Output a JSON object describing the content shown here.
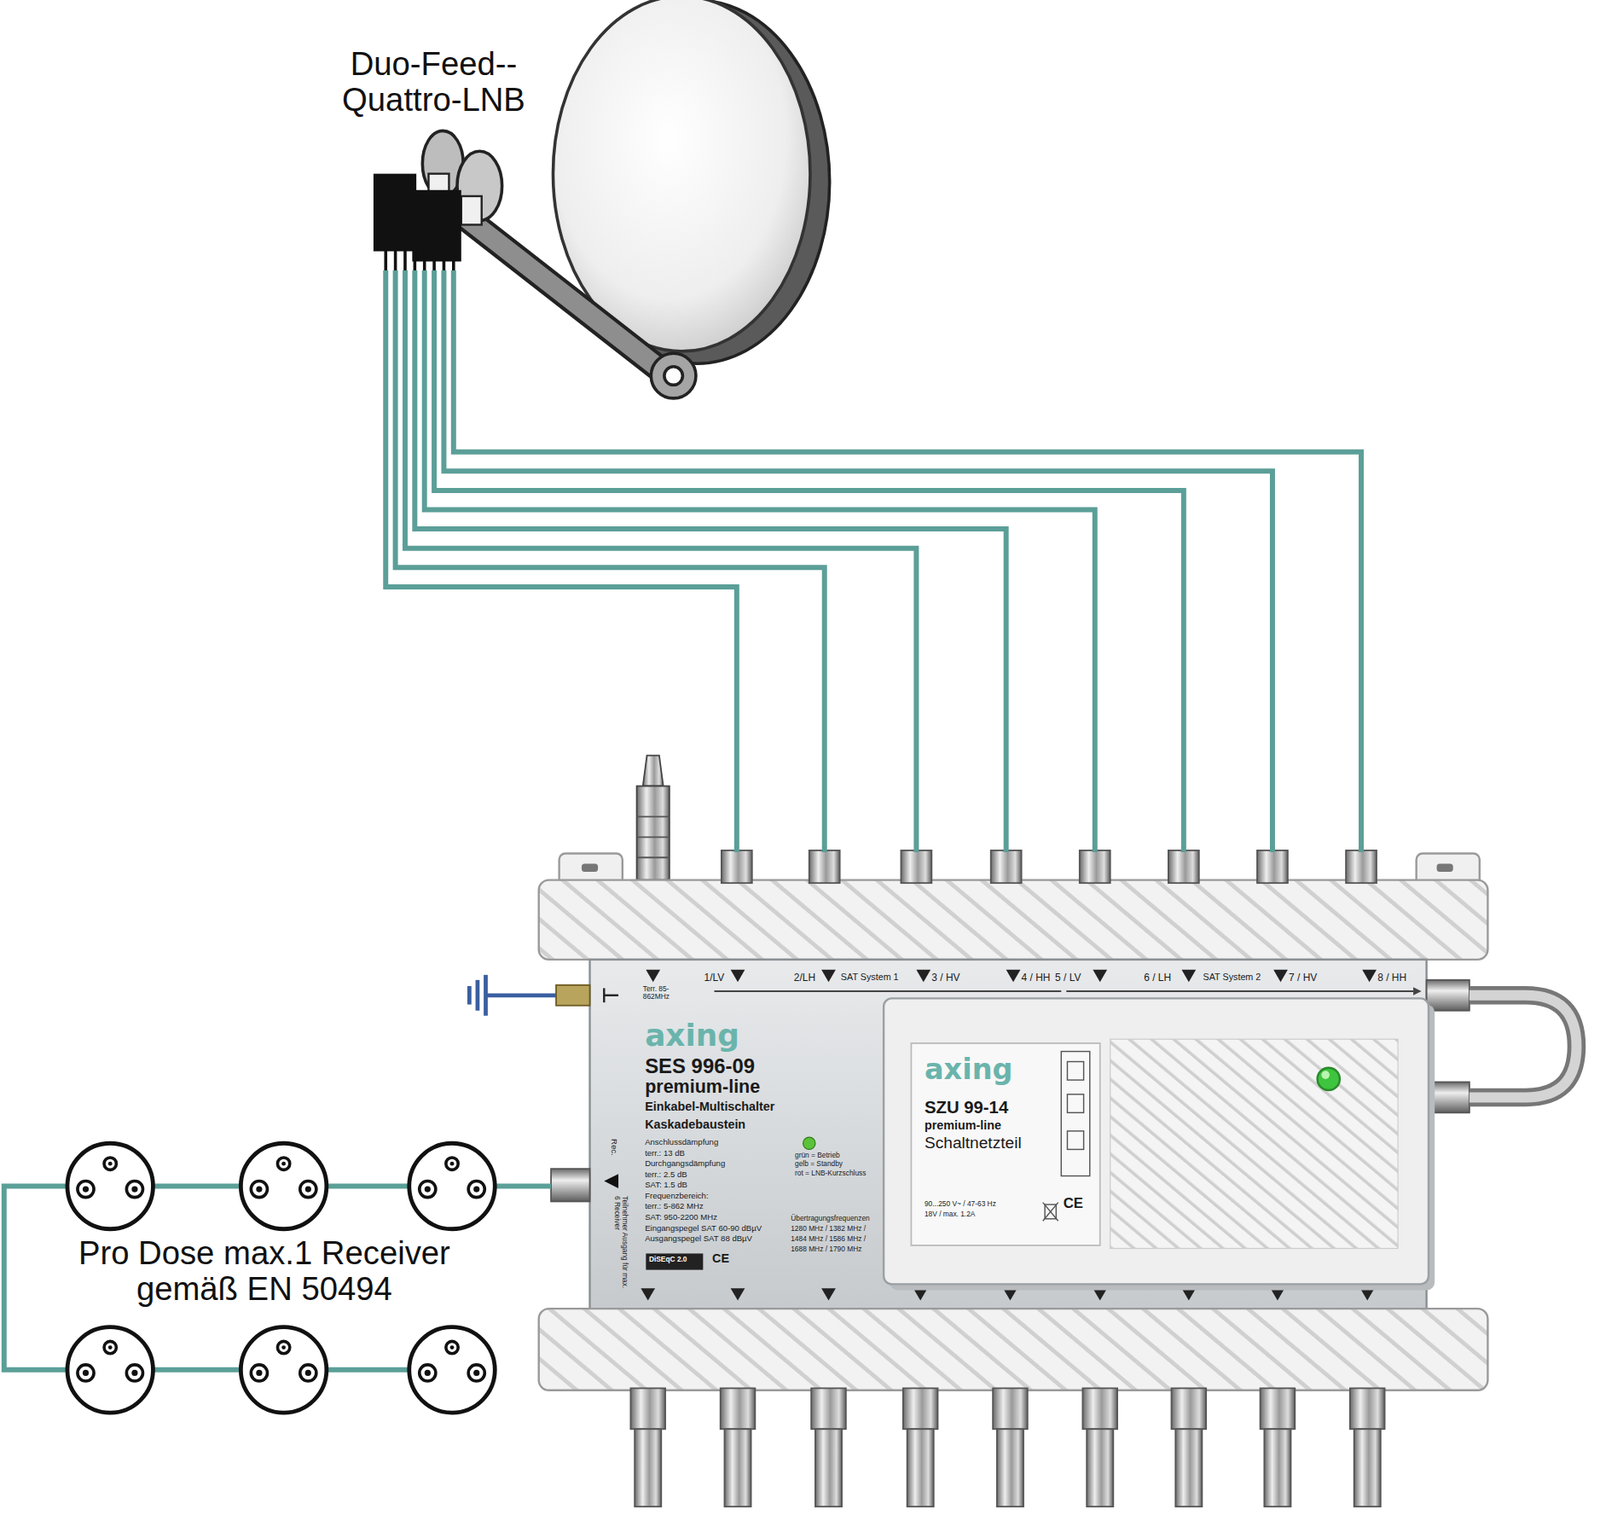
{
  "diagram": {
    "nodes": [
      {
        "text": [
          "Duo-Feed-- Quattro-LNB"
        ]
      },
      {
        "text": [
          "Terr. 85-862MHz",
          "1/LV",
          "2/LH",
          "SAT System 1",
          "3 / HV",
          "4 / HH",
          "5 / LV",
          "6 / LH",
          "SAT System 2",
          "7 / HV",
          "8 / HH",
          "axing",
          "SES 996-09",
          "premium-line",
          "Einkabel-Multischalter",
          "Kaskadebaustein",
          "Anschlussdämpfung",
          "terr.: 13 dB",
          "Durchgangsdämpfung",
          "terr.: 2.5 dB",
          "SAT: 1.5 dB",
          "Frequenzbereich:",
          "terr.: 5-862 MHz",
          "SAT: 950-2200 MHz",
          "Eingangspegel SAT 60-90 dBµV",
          "Ausgangspegel SAT 88 dBµV",
          "grün = Betrieb",
          "gelb = Standby",
          "rot = LNB-Kurzschluss",
          "Rec.",
          "Teilnehmer Ausgang für max. 6 Receiver",
          "Übertragungsfrequenzen",
          "1280 MHz / 1382 MHz /",
          "1484 MHz / 1586 MHz /",
          "1688 MHz / 1790 MHz",
          "DiSEqC 2.0",
          "CE"
        ]
      },
      {
        "text": [
          "axing",
          "SZU 99-14",
          "premium-line",
          "Schaltnetzteil",
          "90...250 V~ / 47-63 Hz",
          "18V / max. 1.2A",
          "CE"
        ],
        "in": 1
      }
    ],
    "edges": [
      {
        "from": 0,
        "to": 1,
        "arrow": "none"
      },
      {
        "from": 0,
        "to": 1,
        "arrow": "none"
      },
      {
        "from": 0,
        "to": 1,
        "arrow": "none"
      },
      {
        "from": 0,
        "to": 1,
        "arrow": "none"
      },
      {
        "from": 0,
        "to": 1,
        "arrow": "none"
      },
      {
        "from": 0,
        "to": 1,
        "arrow": "none"
      },
      {
        "from": 0,
        "to": 1,
        "arrow": "none"
      },
      {
        "from": 0,
        "to": 1,
        "arrow": "none"
      }
    ],
    "labels": [
      "Pro Dose max.1 Receiver gemäß EN 50494"
    ]
  }
}
